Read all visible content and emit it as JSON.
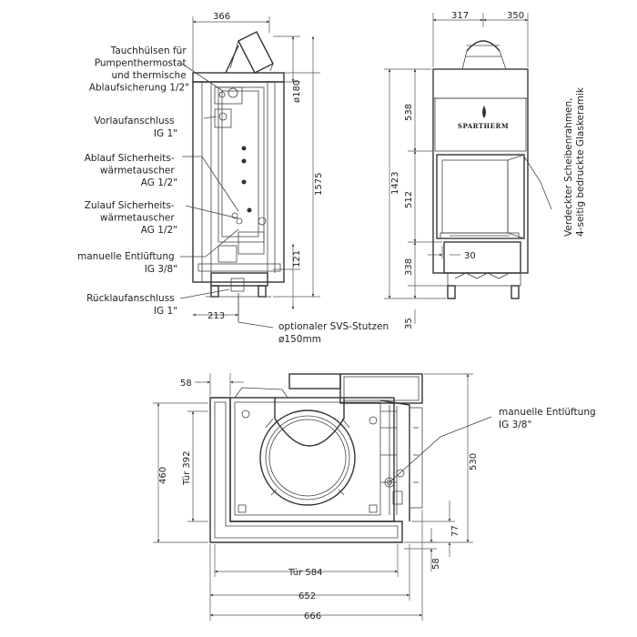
{
  "labels": {
    "tauch": [
      "Tauchhülsen für",
      "Pumpenthermostat",
      "und thermische",
      "Ablaufsicherung 1/2\""
    ],
    "vorlauf": [
      "Vorlaufanschluss",
      "IG 1\""
    ],
    "ablauf": [
      "Ablauf Sicherheits-",
      "wärmetauscher",
      "AG 1/2\""
    ],
    "zulauf": [
      "Zulauf Sicherheits-",
      "wärmetauscher",
      "AG 1/2\""
    ],
    "entl_side": [
      "manuelle Entlüftung",
      "IG 3/8\""
    ],
    "ruecklauf": [
      "Rücklaufanschluss",
      "IG 1\""
    ],
    "svs": [
      "optionaler SVS-Stutzen",
      "ø150mm"
    ],
    "rahmen": [
      "Verdeckter Scheibenrahmen,",
      "4-seitig bedruckte Glaskeramik"
    ],
    "entl_top": [
      "manuelle Entlüftung",
      "IG 3/8\""
    ],
    "brand": "SPARTHERM"
  },
  "dims": {
    "side_w": "366",
    "side_d180": "ø180",
    "side_h": "1575",
    "side_121": "121",
    "side_213": "213",
    "front_317": "317",
    "front_350": "350",
    "front_1423": "1423",
    "front_538": "538",
    "front_512": "512",
    "front_338": "338",
    "front_35": "35",
    "front_30": "30",
    "top_58a": "58",
    "top_tuer392": "Tür 392",
    "top_460": "460",
    "top_530": "530",
    "top_77": "77",
    "top_58b": "58",
    "top_tuer584": "Tür 584",
    "top_652": "652",
    "top_666": "666"
  }
}
